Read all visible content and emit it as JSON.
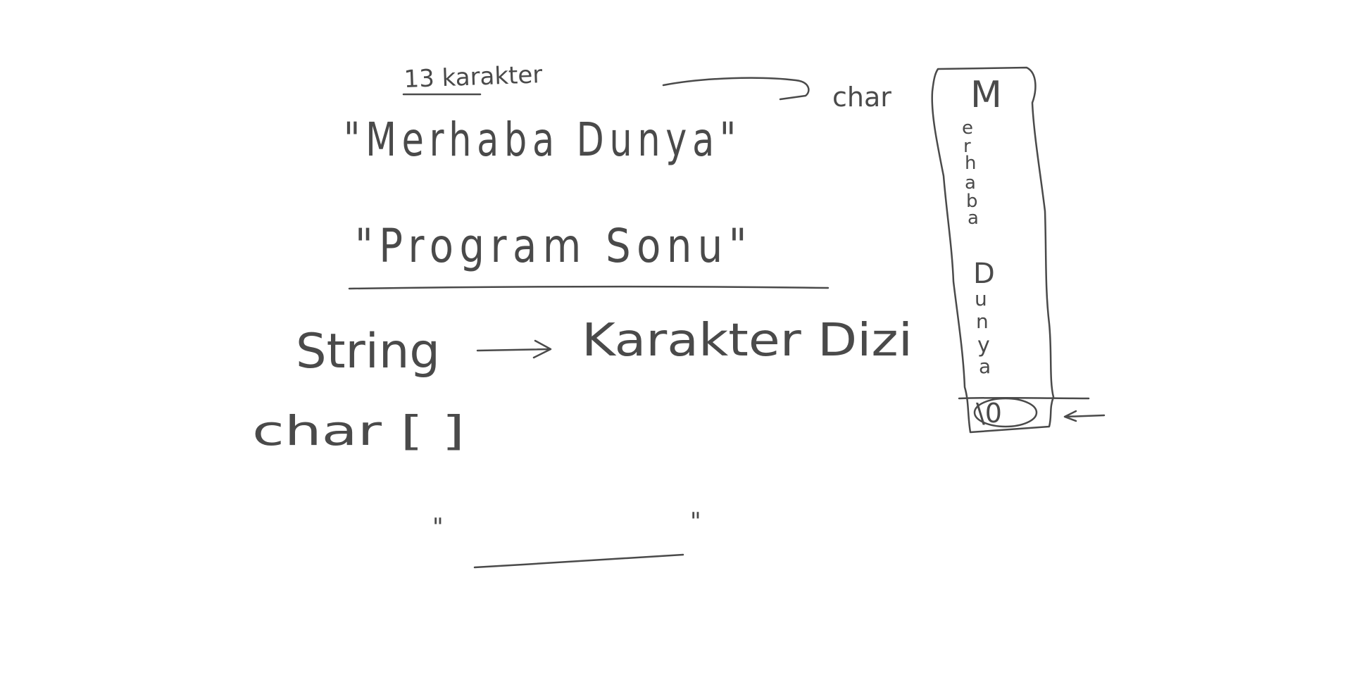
{
  "colors": {
    "background": "#ffffff",
    "ink": "#4a4a4a"
  },
  "notes": {
    "count_label": "13 karakter",
    "char_label": "char",
    "string_1": "\"Merhaba Dunya\"",
    "string_2": "\"Program Sonu\"",
    "string_term": "String",
    "char_array_term": "Karakter Dizi",
    "char_brackets": "char [ ]",
    "empty_string_open": "\"",
    "empty_string_close": "\""
  },
  "memory_column": {
    "cells": [
      "M",
      "e",
      "r",
      "h",
      "a",
      "b",
      "a",
      " ",
      "D",
      "u",
      "n",
      "y",
      "a"
    ],
    "terminator": "\\0"
  }
}
